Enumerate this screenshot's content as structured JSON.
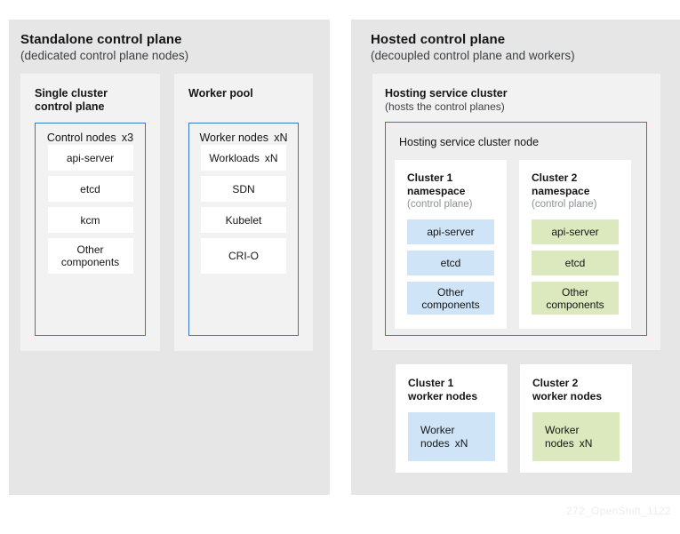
{
  "standalone": {
    "title": "Standalone control plane",
    "subtitle": "(dedicated control plane nodes)",
    "single_cluster": {
      "heading": "Single cluster control plane",
      "node_label": "Control nodes x3",
      "items": [
        "api-server",
        "etcd",
        "kcm",
        "Other components"
      ]
    },
    "worker_pool": {
      "heading": "Worker pool",
      "node_label": "Worker nodes xN",
      "items": [
        "Workloads xN",
        "SDN",
        "Kubelet",
        "CRI-O"
      ]
    }
  },
  "hosted": {
    "title": "Hosted control plane",
    "subtitle": "(decoupled control plane and workers)",
    "hosting_cluster": {
      "heading": "Hosting service cluster",
      "subheading": "(hosts the control planes)",
      "node_label": "Hosting service cluster node",
      "namespaces": [
        {
          "name": "Cluster 1 namespace",
          "sub": "(control plane)",
          "items": [
            "api-server",
            "etcd",
            "Other components"
          ],
          "color": "blue"
        },
        {
          "name": "Cluster 2 namespace",
          "sub": "(control plane)",
          "items": [
            "api-server",
            "etcd",
            "Other components"
          ],
          "color": "green"
        }
      ]
    },
    "worker_cards": [
      {
        "name": "Cluster 1 worker nodes",
        "box": "Worker nodes xN",
        "color": "blue"
      },
      {
        "name": "Cluster 2 worker nodes",
        "box": "Worker nodes xN",
        "color": "green"
      }
    ]
  },
  "watermark": "272_OpenShift_1122",
  "colors": {
    "panel_gray": "#e6e6e6",
    "subpanel_gray": "#f2f2f2",
    "border_blue": "#3576c5",
    "blue_fill": "#cfe4f7",
    "green_fill": "#dce8bd"
  }
}
